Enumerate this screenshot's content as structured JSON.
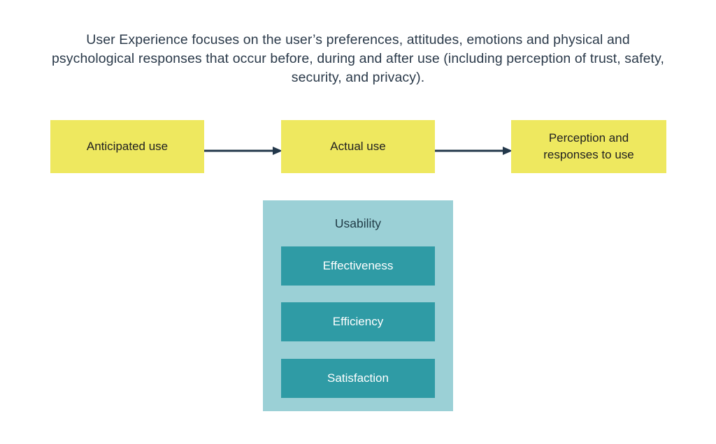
{
  "intro": {
    "text": "User Experience focuses on the user’s preferences, attitudes, emotions and physical and psychological responses that occur before, during and after use (including perception of trust, safety, security, and privacy)."
  },
  "flow": {
    "boxes": [
      {
        "label": "Anticipated use"
      },
      {
        "label": "Actual use"
      },
      {
        "label": "Perception and\nresponses to use"
      }
    ],
    "arrows": [
      {
        "name": "arrow-anticipated-to-actual"
      },
      {
        "name": "arrow-actual-to-perception"
      }
    ]
  },
  "usability": {
    "title": "Usability",
    "items": [
      {
        "label": "Effectiveness"
      },
      {
        "label": "Efficiency"
      },
      {
        "label": "Satisfaction"
      }
    ]
  },
  "colors": {
    "background": "#ffffff",
    "flow_box_fill": "#eee85f",
    "flow_box_text": "#212121",
    "arrow": "#23384b",
    "panel_fill": "#9bd0d6",
    "panel_item_fill": "#2f9ba5",
    "panel_item_text": "#ffffff",
    "body_text": "#2b3a4a"
  }
}
